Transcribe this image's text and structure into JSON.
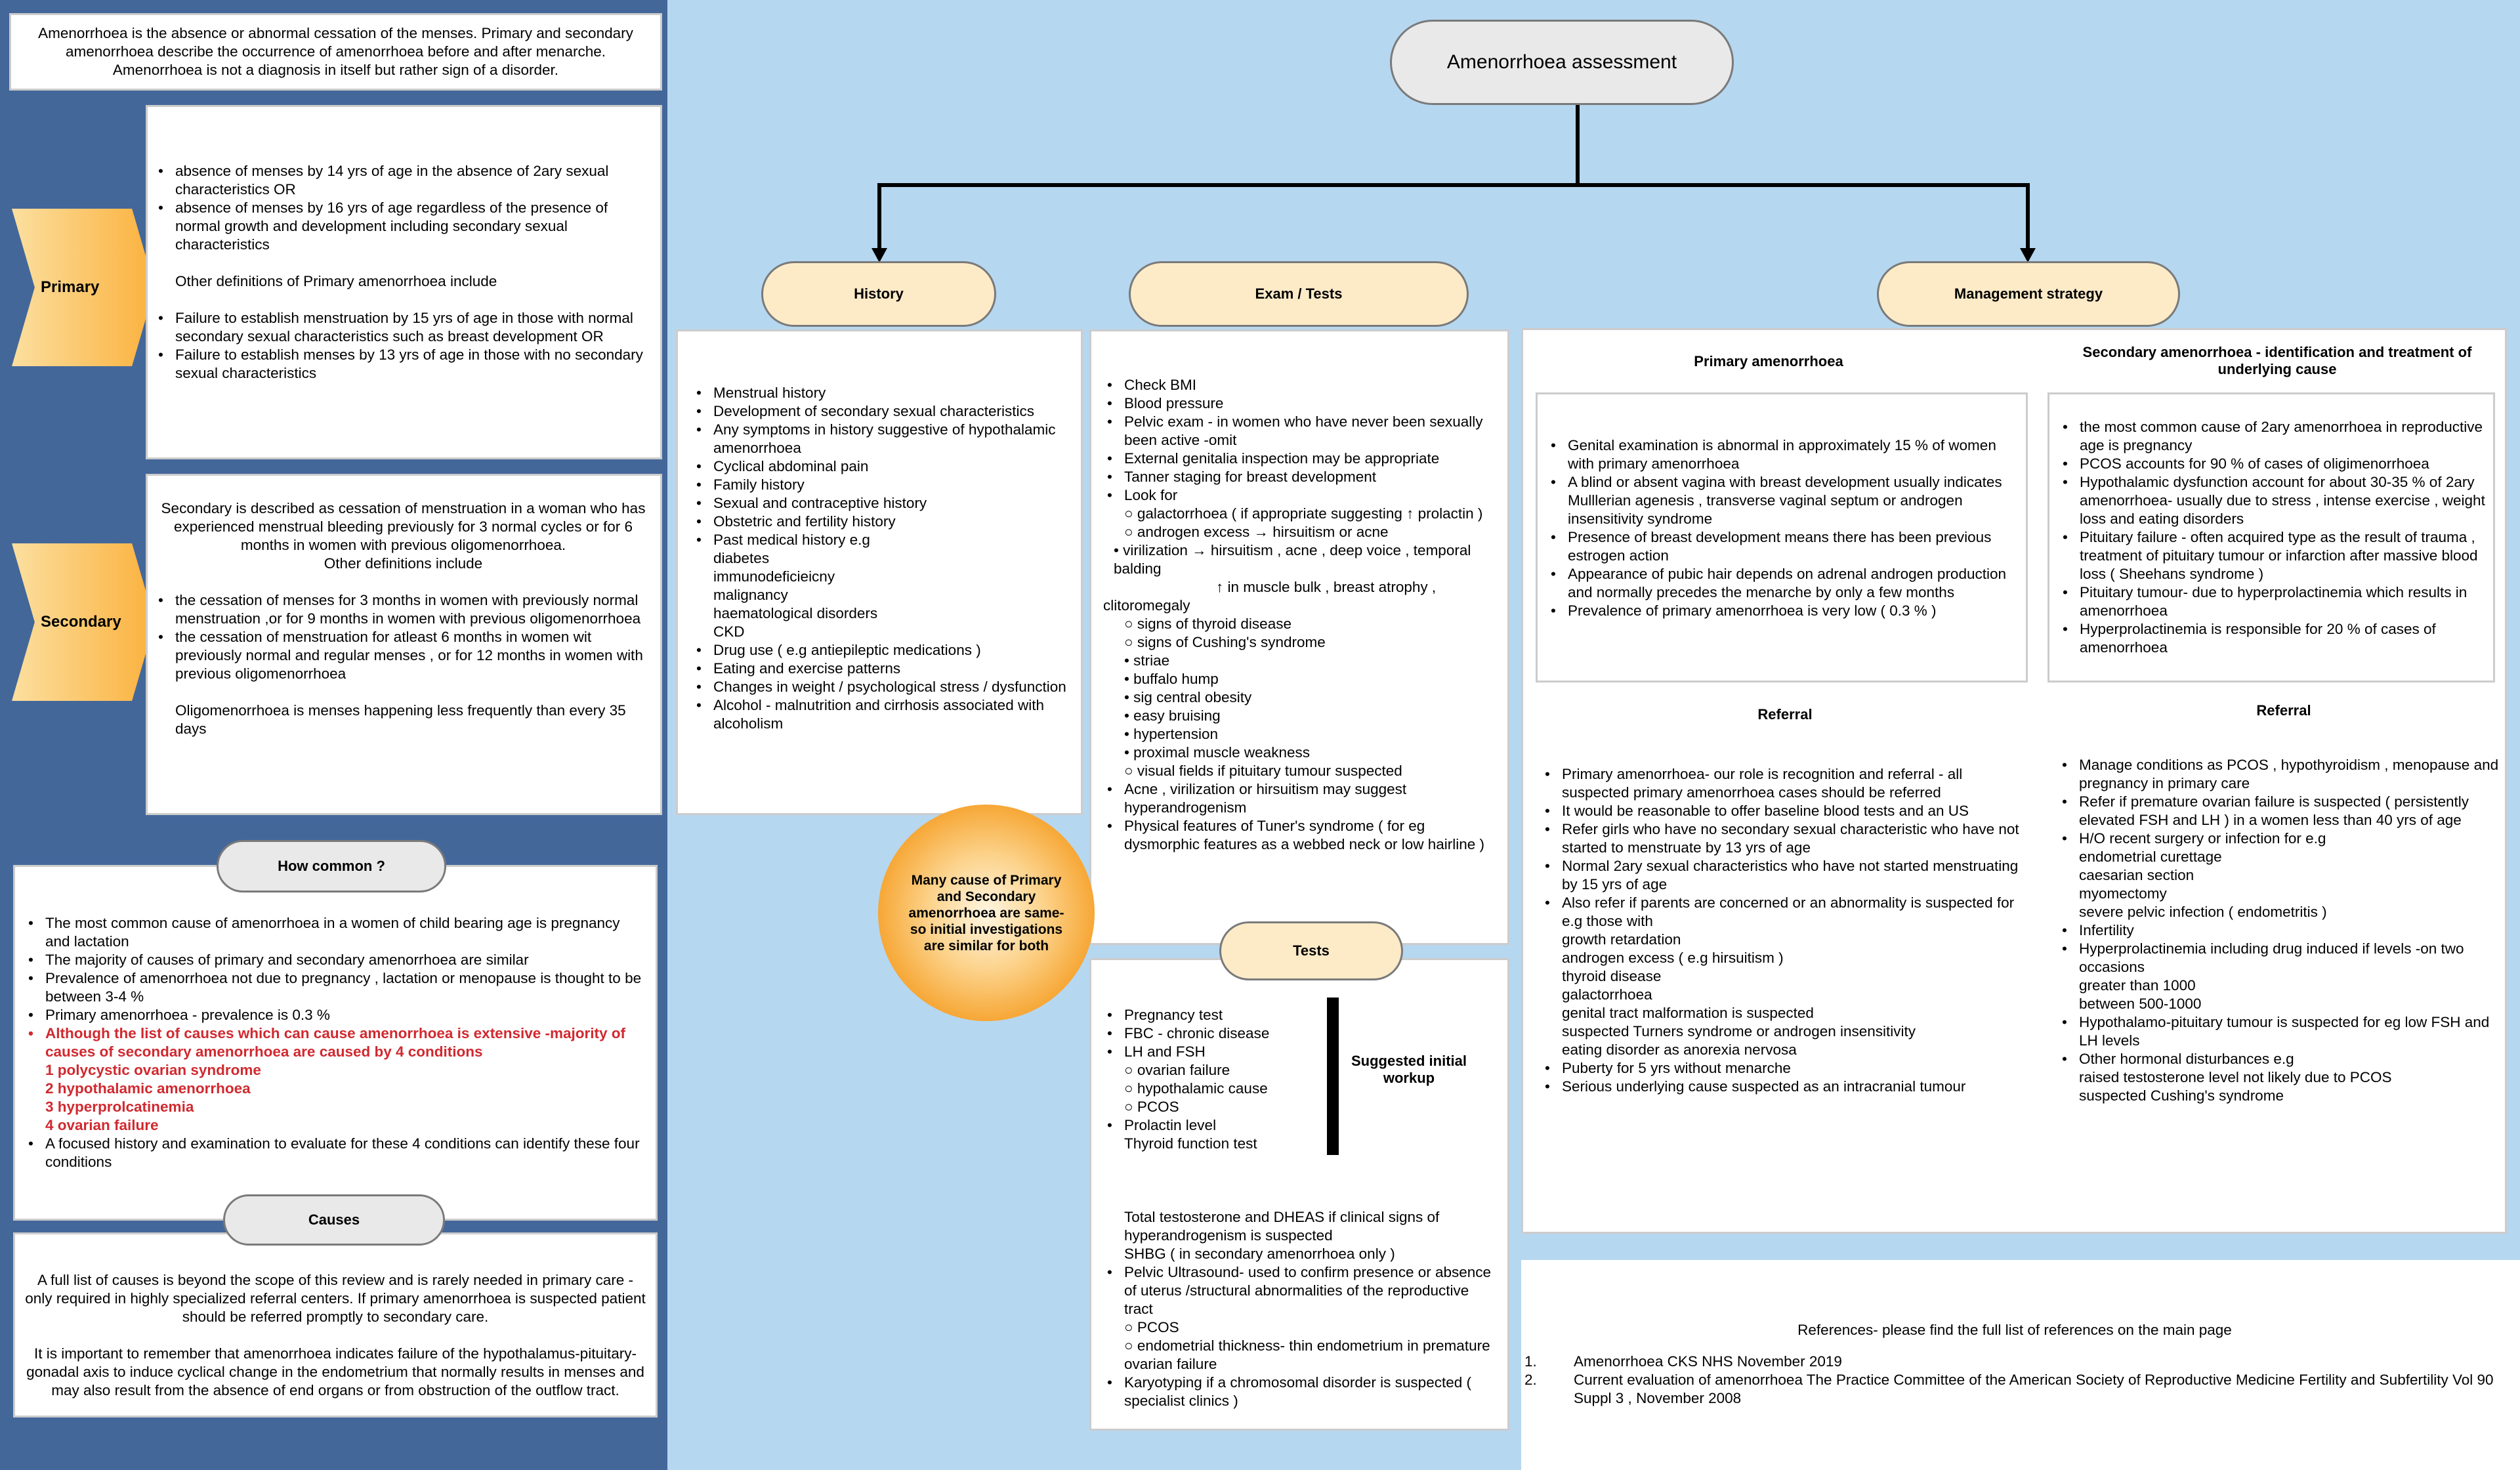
{
  "intro": "Amenorrhoea is the absence or abnormal cessation of the menses. Primary and secondary amenorrhoea describe the occurrence of amenorrhoea before and after menarche. Amenorrhoea is not a diagnosis in itself but rather sign of a disorder.",
  "primary": {
    "label": "Primary",
    "b1": "absence of menses by 14 yrs of age in the absence of 2ary sexual characteristics OR",
    "b2": "absence of menses by 16 yrs of age regardless of the presence of normal growth and development including secondary sexual characteristics",
    "other": "Other definitions of Primary amenorrhoea include",
    "b3": "Failure to establish menstruation by 15 yrs of age in those with normal secondary sexual characteristics such as breast development OR",
    "b4": "Failure to establish menses by 13 yrs of age in those with no secondary sexual characteristics"
  },
  "secondary": {
    "label": "Secondary",
    "intro": "Secondary is described as cessation of menstruation in a woman who has experienced menstrual bleeding previously for 3 normal cycles or for 6 months in women with previous oligomenorrhoea.",
    "other": "Other definitions include",
    "b1": "the cessation of menses for 3 months in women with previously normal menstruation ,or for 9 months in women with previous oligomenorrhoea",
    "b2": "the cessation of menstruation for atleast 6 months in women wit previously normal and regular menses , or for 12 months in women with previous oligomenorrhoea",
    "oligo": "Oligomenorrhoea is menses happening less frequently than every 35 days"
  },
  "how_common": {
    "label": "How common ?",
    "b1": "The most common cause of amenorrhoea in a women of child bearing age is pregnancy and lactation",
    "b2": "The majority of causes of primary and secondary amenorrhoea are similar",
    "b3": "Prevalence of amenorrhoea not due to pregnancy , lactation or menopause is thought to be between 3-4 %",
    "b4": "Primary amenorrhoea - prevalence is 0.3 %",
    "b5": "Although the list of causes which can cause amenorrhoea is extensive -majority of causes of  secondary amenorrhoea are caused by 4 conditions",
    "c1": "1 polycystic ovarian syndrome",
    "c2": "2 hypothalamic amenorrhoea",
    "c3": "3 hyperprolcatinemia",
    "c4": "4 ovarian failure",
    "b6": "A focused history and examination to evaluate for these 4 conditions can identify these four conditions"
  },
  "causes": {
    "label": "Causes",
    "p1": "A full list of causes is beyond the scope of this review and is rarely needed in primary care -only required in highly specialized referral centers. If primary amenorrhoea is suspected patient should be referred promptly to secondary care.",
    "p2": "It is important to remember that amenorrhoea indicates failure of the hypothalamus-pituitary-gonadal axis to induce cyclical change in the endometrium that normally results in menses and may also result from the absence of end organs or from obstruction of the outflow tract."
  },
  "title": "Amenorrhoea assessment",
  "history": {
    "label": "History",
    "items": [
      "Menstrual history",
      "Development of secondary sexual characteristics",
      "Any symptoms in history suggestive of hypothalamic amenorrhoea",
      "Cyclical abdominal pain",
      "Family history",
      "Sexual and contraceptive history",
      "Obstetric and fertility history",
      "Past medical history e.g"
    ],
    "pmh": [
      "diabetes",
      "immunodeficieicny",
      "malignancy",
      "haematological disorders",
      "CKD"
    ],
    "items2": [
      "Drug use ( e.g antiepileptic medications )",
      "Eating and exercise patterns",
      "Changes in weight / psychological stress / dysfunction",
      "Alcohol - malnutrition and cirrhosis associated with alcoholism"
    ]
  },
  "exam": {
    "label": "Exam / Tests",
    "l1": "Check BMI",
    "l2": "Blood pressure",
    "l3": "Pelvic exam - in women who have never been sexually been active -omit",
    "l4": "External genitalia inspection may be appropriate",
    "l5": "Tanner staging for breast development",
    "l6": "Look for",
    "s1": "○ galactorrhoea ( if appropriate suggesting ↑ prolactin )",
    "s2": "○ androgen excess → hirsuitism or acne",
    "s3": "• virilization → hirsuitism , acne , deep voice , temporal balding",
    "s4": "↑ in muscle bulk , breast atrophy , clitoromegaly",
    "s5": "○ signs of thyroid disease",
    "s6": "○ signs of Cushing's syndrome",
    "s7": "• striae",
    "s8": "• buffalo hump",
    "s9": "• sig central obesity",
    "s10": "• easy bruising",
    "s11": "• hypertension",
    "s12": "• proximal muscle weakness",
    "s13": "○ visual fields if pituitary tumour suspected",
    "l7": "Acne , virilization or hirsuitism may suggest hyperandrogenism",
    "l8": "Physical features of Tuner's syndrome ( for eg dysmorphic features as a webbed neck or low hairline )"
  },
  "circle": "Many cause of Primary and Secondary amenorrhoea are same- so initial investigations are similar for both",
  "tests": {
    "label": "Tests",
    "l1": "Pregnancy test",
    "l2": "FBC - chronic disease",
    "l3": "LH and FSH",
    "s1": "○ ovarian failure",
    "s2": "○ hypothalamic cause",
    "s3": "○ PCOS",
    "l4": "Prolactin level",
    "l4b": "Thyroid function test",
    "workup": "Suggested initial workup",
    "t1": "Total testosterone and DHEAS if clinical signs of hyperandrogenism is suspected",
    "t2": "SHBG ( in secondary amenorrhoea only )",
    "l5": "Pelvic Ultrasound- used to confirm presence or absence of uterus /structural abnormalities of the reproductive tract",
    "s4": "○ PCOS",
    "s5": "○ endometrial thickness- thin endometrium in premature ovarian failure",
    "l6": "Karyotyping if a chromosomal disorder is suspected ( specialist clinics )"
  },
  "management": {
    "label": "Management strategy",
    "primary_title": "Primary amenorrhoea",
    "secondary_title": "Secondary amenorrhoea - identification and treatment of underlying cause",
    "primary_items": [
      "Genital examination is abnormal in approximately 15 % of women with primary amenorrhoea",
      "A blind or absent vagina with breast development usually indicates Mulllerian agenesis , transverse vaginal septum or androgen insensitivity syndrome",
      "Presence of breast development means there has been previous estrogen action",
      "Appearance of pubic hair depends on adrenal androgen production and normally precedes the menarche by only a few months",
      "Prevalence of primary amenorrhoea is very low  ( 0.3 % )"
    ],
    "secondary_items": [
      "the most common cause of 2ary amenorrhoea in reproductive age is pregnancy",
      "PCOS accounts for 90 % of cases of oligimenorrhoea",
      "Hypothalamic dysfunction account for about 30-35 % of 2ary amenorrhoea- usually due to stress , intense exercise , weight loss and eating disorders",
      "Pituitary failure - often acquired type as the result of trauma , treatment of pituitary tumour or infarction after massive blood loss ( Sheehans syndrome )",
      "Pituitary tumour- due to hyperprolactinemia which results in amenorrhoea",
      "Hyperprolactinemia is responsible for 20 % of cases of amenorrhoea"
    ],
    "referral_label": "Referral",
    "ref_primary": {
      "b1": "Primary amenorrhoea- our role is recognition and referral - all suspected primary amenorrhoea cases should be referred",
      "b2": "It would be reasonable to offer baseline blood tests and an US",
      "b3": "Refer girls who have no secondary sexual characteristic who have not started to menstruate by 13 yrs of age",
      "b4": "Normal 2ary sexual characteristics who have not started menstruating by 15 yrs of age",
      "b5": "Also refer if parents are concerned or an abnormality is suspected for e.g those with",
      "c1": "growth retardation",
      "c2": "androgen excess ( e.g hirsuitism )",
      "c3": "thyroid disease",
      "c4": "galactorrhoea",
      "c5": "genital tract malformation is suspected",
      "c6": "suspected Turners syndrome or androgen insensitivity",
      "c7": "eating disorder as anorexia nervosa",
      "b6": "Puberty for 5 yrs without menarche",
      "b7": "Serious underlying cause suspected as an intracranial tumour"
    },
    "ref_secondary": {
      "b1": "Manage conditions as PCOS , hypothyroidism , menopause and pregnancy in primary care",
      "b2": "Refer if premature ovarian failure is suspected ( persistently elevated FSH and LH ) in a women less than 40 yrs of age",
      "b3": "H/O recent surgery or infection for e.g",
      "c1": "endometrial curettage",
      "c2": "caesarian section",
      "c3": "myomectomy",
      "c4": "severe pelvic infection ( endometritis )",
      "b4": "Infertility",
      "b5": "Hyperprolactinemia including drug induced if levels -on two occasions",
      "c5": "greater than 1000",
      "c6": "between 500-1000",
      "b6": "Hypothalamo-pituitary tumour is suspected for eg low FSH and LH levels",
      "b7": "Other hormonal disturbances e.g",
      "c7": "raised testosterone level not likely due to PCOS",
      "c8": "suspected Cushing's syndrome"
    }
  },
  "references": {
    "heading": "References- please find the full list of references on the main page",
    "items": [
      {
        "num": "1.",
        "text": "Amenorrhoea CKS NHS November 2019"
      },
      {
        "num": "2.",
        "text": "Current evaluation of amenorrhoea The Practice Committee of the American Society of Reproductive Medicine Fertility and Subfertility Vol 90 Suppl 3 , November 2008"
      }
    ]
  }
}
